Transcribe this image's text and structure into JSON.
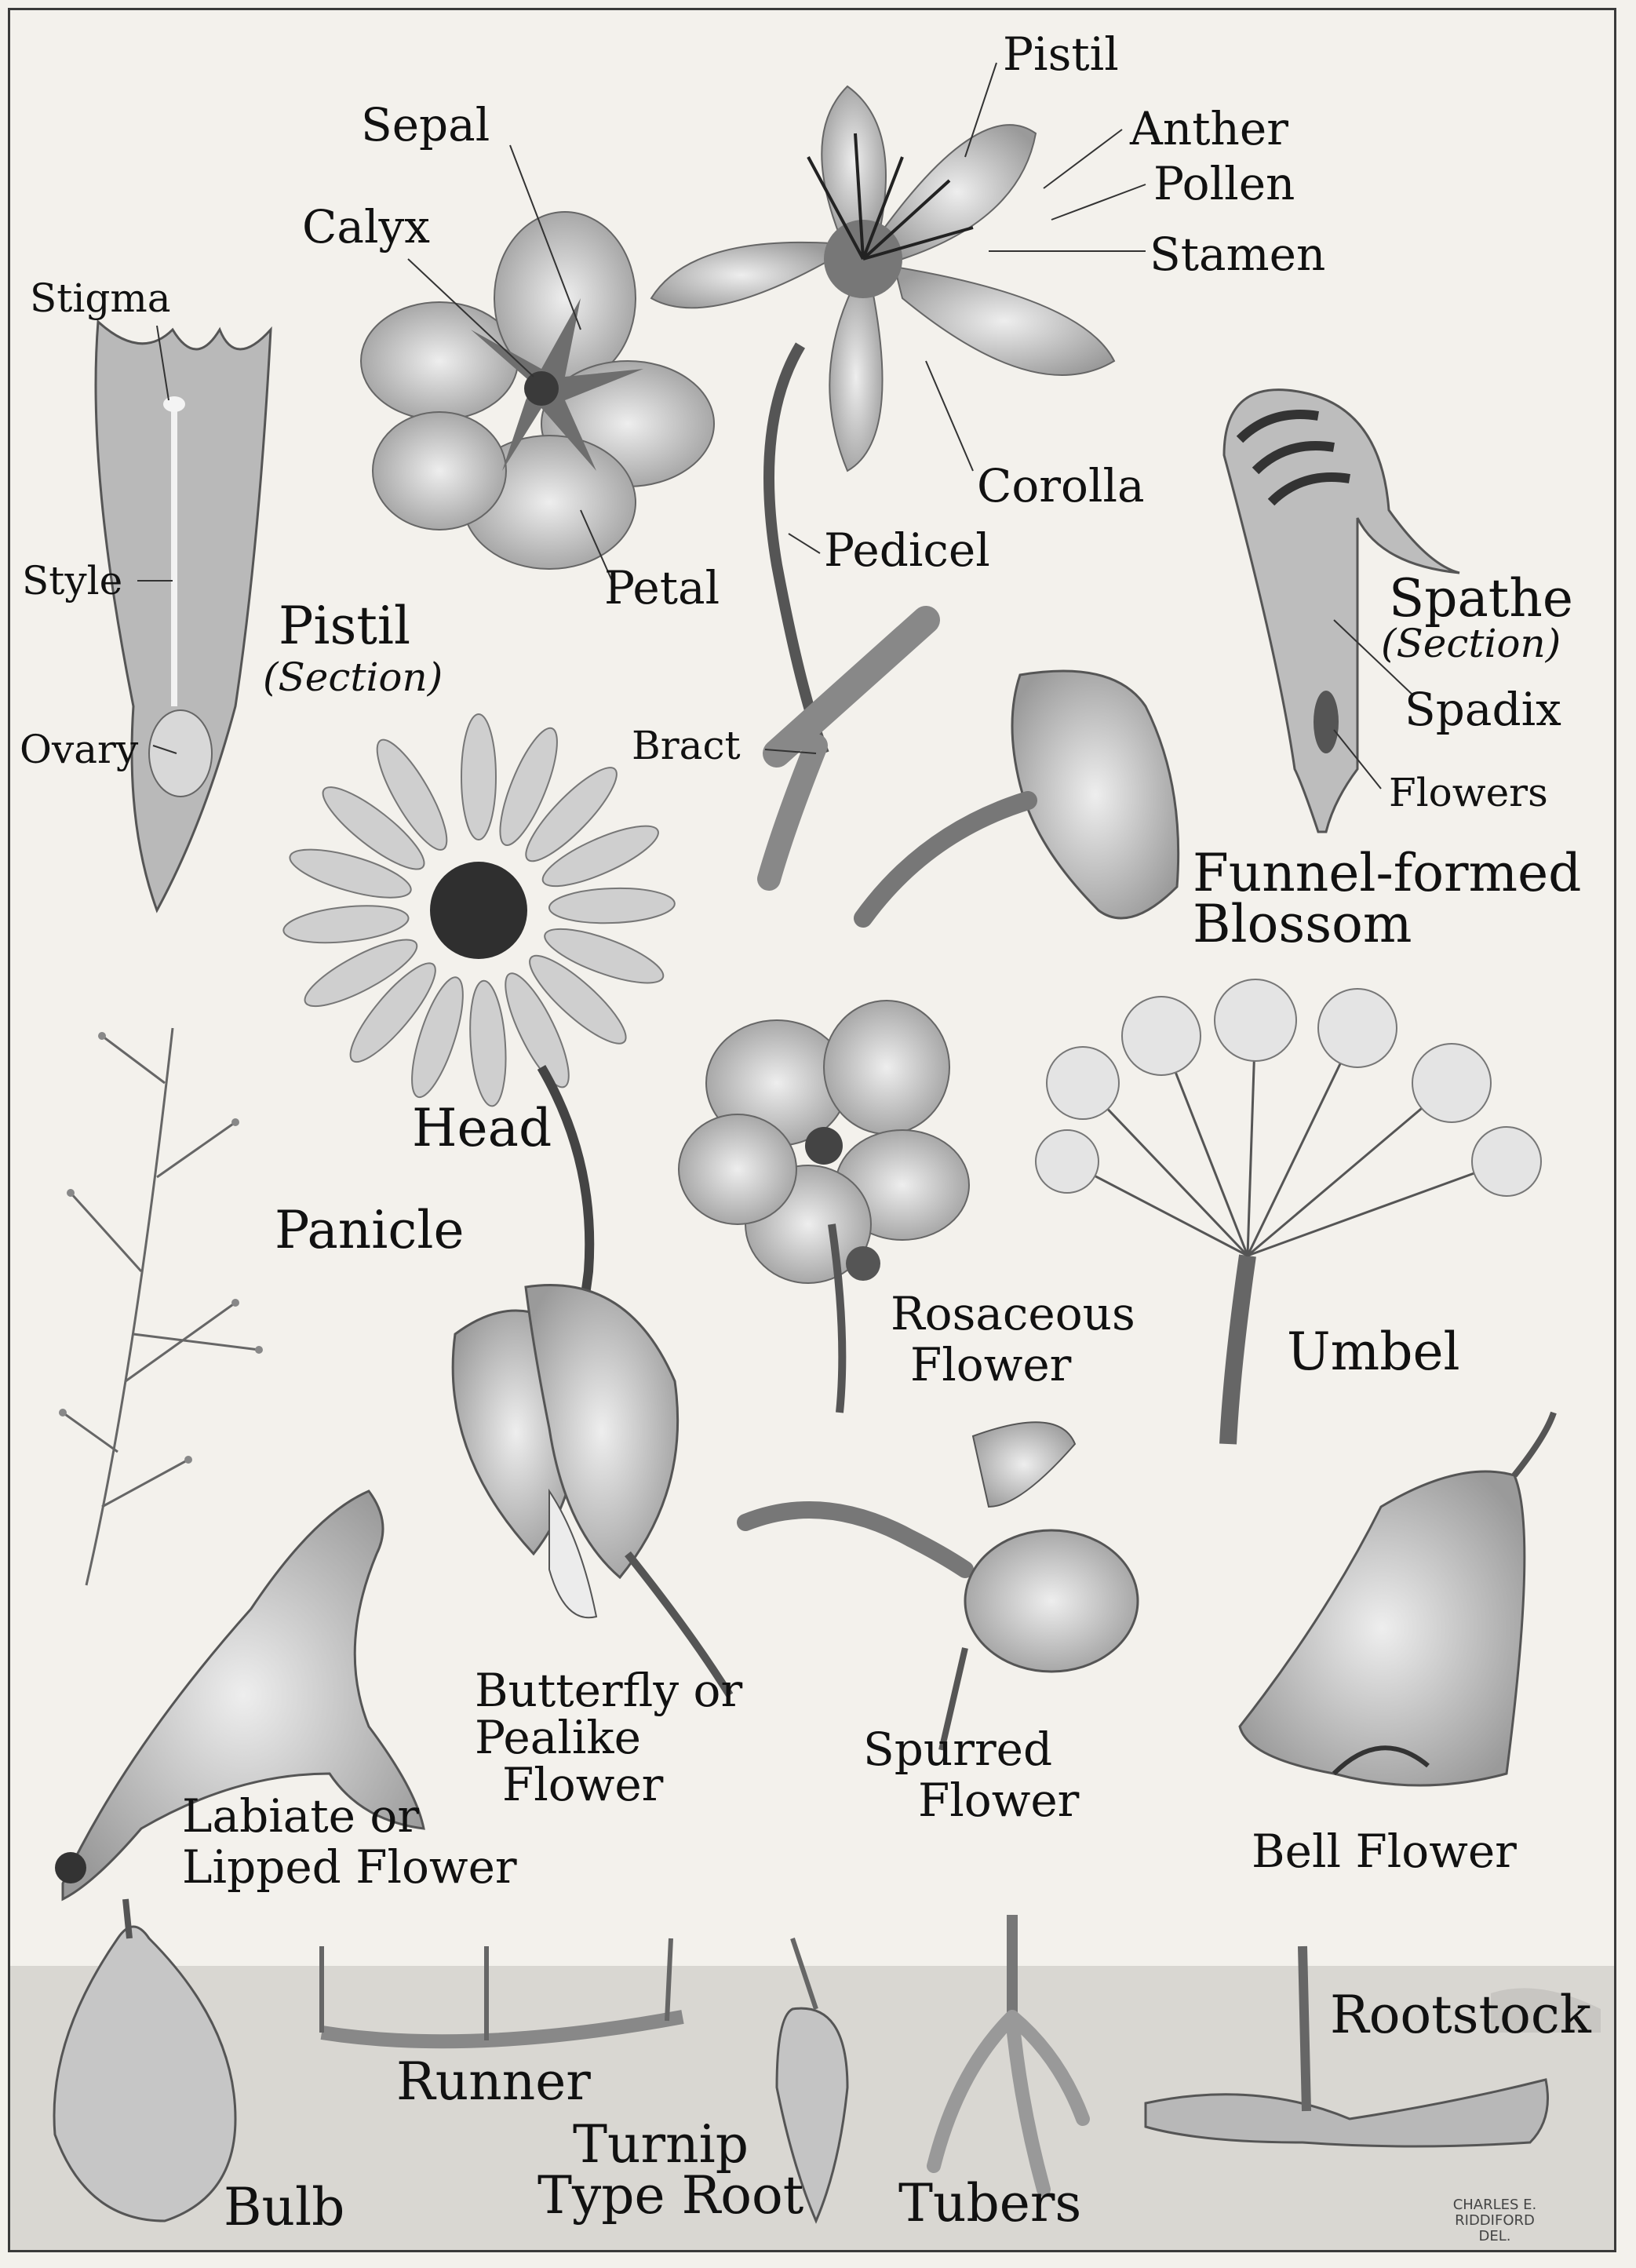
{
  "labels": {
    "pistil": "Pistil",
    "anther": "Anther",
    "pollen": "Pollen",
    "stamen": "Stamen",
    "sepal": "Sepal",
    "calyx": "Calyx",
    "stigma": "Stigma",
    "style": "Style",
    "ovary": "Ovary",
    "pistil_section_1": "Pistil",
    "pistil_section_2": "(Section)",
    "petal": "Petal",
    "pedicel": "Pedicel",
    "corolla": "Corolla",
    "spathe_1": "Spathe",
    "spathe_2": "(Section)",
    "spadix": "Spadix",
    "flowers": "Flowers",
    "bract": "Bract",
    "funnel_1": "Funnel-formed",
    "funnel_2": "Blossom",
    "head": "Head",
    "panicle": "Panicle",
    "rosaceous_1": "Rosaceous",
    "rosaceous_2": "Flower",
    "umbel": "Umbel",
    "butterfly_1": "Butterfly or",
    "butterfly_2": "Pealike",
    "butterfly_3": "Flower",
    "spurred_1": "Spurred",
    "spurred_2": "Flower",
    "labiate_1": "Labiate or",
    "labiate_2": "Lipped Flower",
    "bell": "Bell Flower",
    "rootstock": "Rootstock",
    "runner": "Runner",
    "turnip_1": "Turnip",
    "turnip_2": "Type Root",
    "bulb": "Bulb",
    "tubers": "Tubers"
  },
  "signature": {
    "line1": "CHARLES E.",
    "line2": "RIDDIFORD",
    "line3": "DEL."
  },
  "colors": {
    "ink": "#111111",
    "paper": "#f3f1ec",
    "soil": "#d9d7d2"
  }
}
